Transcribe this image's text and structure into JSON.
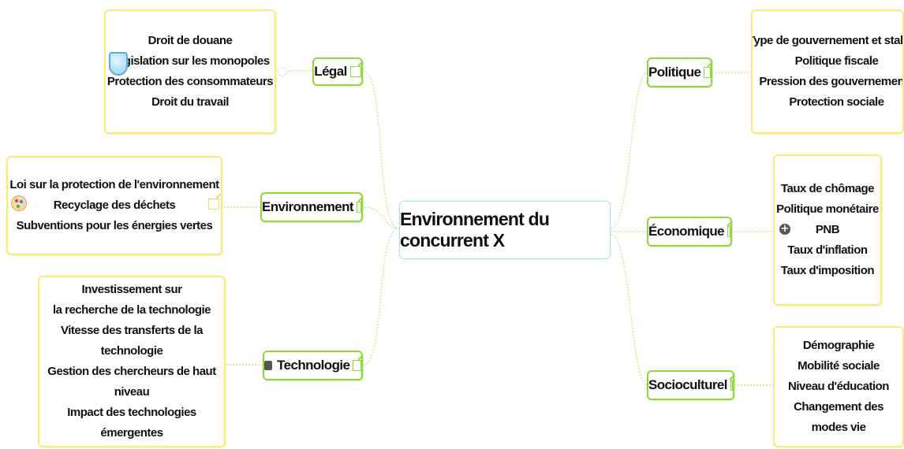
{
  "center": {
    "label": "Environnement du concurrent X"
  },
  "branches": [
    {
      "id": "legal",
      "label": "Légal",
      "items": [
        "Droit de douane",
        "Législation sur les monopoles",
        "Protection des consommateurs",
        "Droit du travail"
      ]
    },
    {
      "id": "environnement",
      "label": "Environnement",
      "items": [
        "Loi sur la protection de l'environnement",
        "Recyclage des déchets",
        "Subventions pour les énergies vertes"
      ]
    },
    {
      "id": "technologie",
      "label": "Technologie",
      "items": [
        "Investissement sur",
        "la recherche de la technologie",
        "Vitesse des transferts de la technologie",
        "Gestion des chercheurs de haut niveau",
        "Impact des technologies émergentes"
      ]
    },
    {
      "id": "politique",
      "label": "Politique",
      "items": [
        "Type de gouvernement et stabilité",
        "Politique fiscale",
        "Pression des gouvernements",
        "Protection sociale"
      ]
    },
    {
      "id": "economique",
      "label": "Économique",
      "items": [
        "Taux de chômage",
        "Politique monétaire",
        "PNB",
        "Taux d'inflation",
        "Taux d'imposition"
      ]
    },
    {
      "id": "socioculturel",
      "label": "Socioculturel",
      "items": [
        "Démographie",
        "Mobilité sociale",
        "Niveau d'éducation",
        "Changement des modes vie"
      ]
    }
  ],
  "colors": {
    "center_border": "#a8e6ee",
    "branch_border": "#8ed83a",
    "leaf_border": "#f4ec7a",
    "link": "#c7e89a"
  },
  "icons": {
    "link": "external-link-icon",
    "shield": "shield-icon",
    "palette": "palette-icon",
    "plus": "plus-circle-icon",
    "notes": "notes-icon"
  }
}
